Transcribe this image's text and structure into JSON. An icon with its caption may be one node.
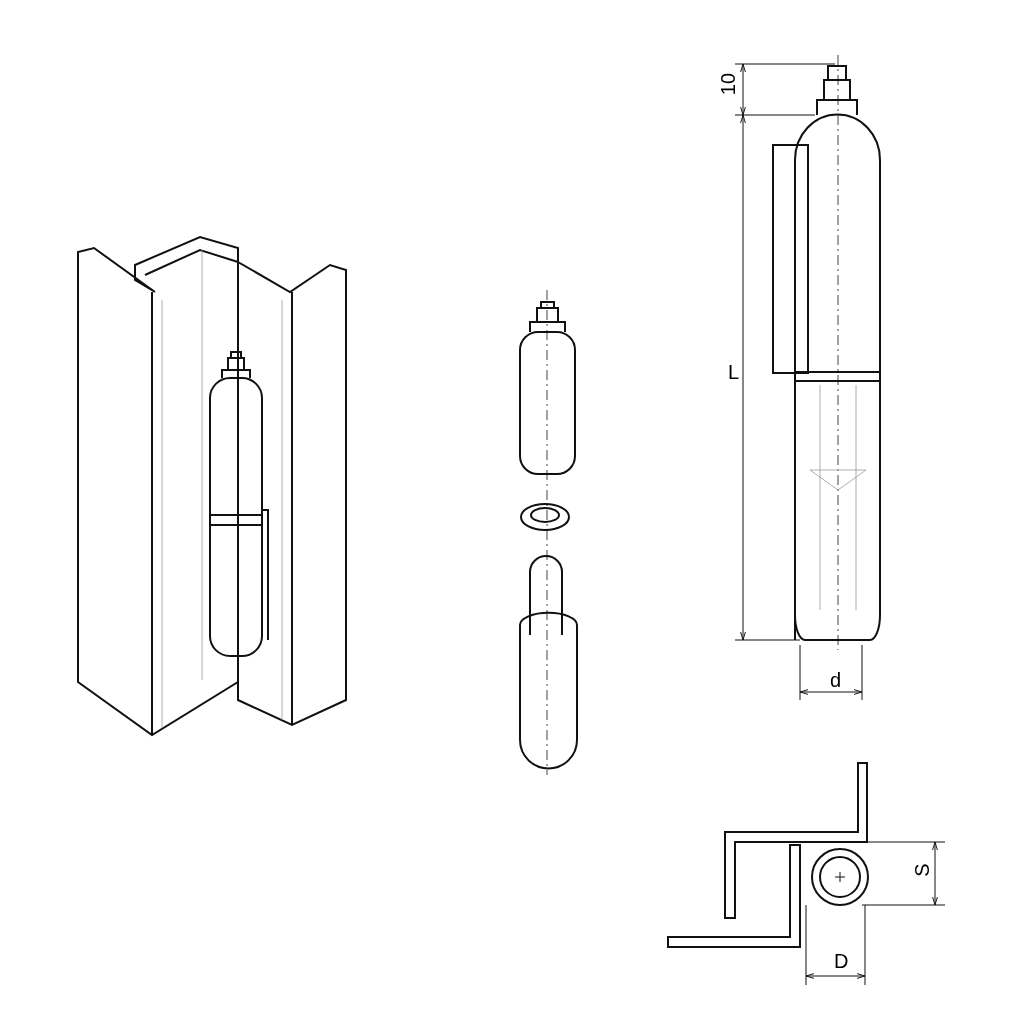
{
  "diagram": {
    "labels": [
      "10",
      "L",
      "d",
      "S",
      "D"
    ]
  }
}
